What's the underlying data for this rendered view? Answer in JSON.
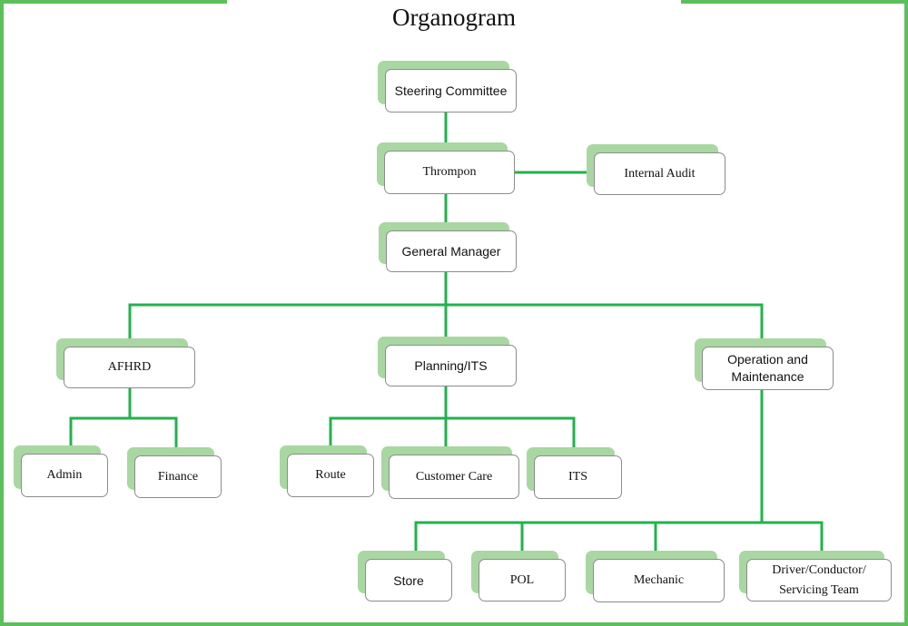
{
  "title": "Organogram",
  "colors": {
    "connector": "#22b24c",
    "shadow": "#a9d7a2",
    "frame": "#5cbf5c",
    "border": "#8c8c8c"
  },
  "nodes": {
    "steering_committee": "Steering Committee",
    "thrompon": "Thrompon",
    "internal_audit": "Internal Audit",
    "general_manager": "General Manager",
    "afhrd": "AFHRD",
    "planning_its": "Planning/ITS",
    "operation_maintenance": "Operation and Maintenance",
    "admin": "Admin",
    "finance": "Finance",
    "route": "Route",
    "customer_care": "Customer Care",
    "its": "ITS",
    "store": "Store",
    "pol": "POL",
    "mechanic": "Mechanic",
    "driver_team": "Driver/Conductor/ Servicing Team"
  },
  "edges": [
    [
      "steering_committee",
      "thrompon"
    ],
    [
      "thrompon",
      "internal_audit"
    ],
    [
      "thrompon",
      "general_manager"
    ],
    [
      "general_manager",
      "afhrd"
    ],
    [
      "general_manager",
      "planning_its"
    ],
    [
      "general_manager",
      "operation_maintenance"
    ],
    [
      "afhrd",
      "admin"
    ],
    [
      "afhrd",
      "finance"
    ],
    [
      "planning_its",
      "route"
    ],
    [
      "planning_its",
      "customer_care"
    ],
    [
      "planning_its",
      "its"
    ],
    [
      "operation_maintenance",
      "store"
    ],
    [
      "operation_maintenance",
      "pol"
    ],
    [
      "operation_maintenance",
      "mechanic"
    ],
    [
      "operation_maintenance",
      "driver_team"
    ]
  ]
}
